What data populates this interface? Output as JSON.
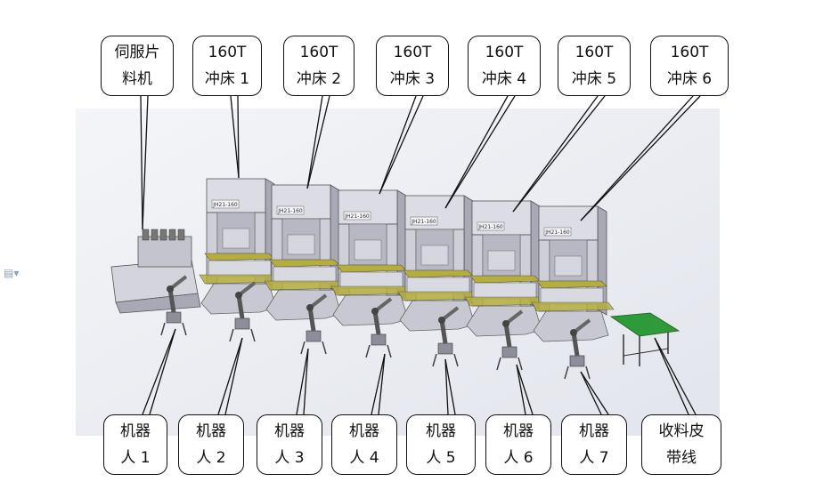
{
  "diagram": {
    "top_labels": [
      {
        "id": "feeder",
        "lines": [
          "伺服片",
          "料机"
        ]
      },
      {
        "id": "press-1",
        "lines": [
          "160T",
          "冲床 1"
        ]
      },
      {
        "id": "press-2",
        "lines": [
          "160T",
          "冲床 2"
        ]
      },
      {
        "id": "press-3",
        "lines": [
          "160T",
          "冲床 3"
        ]
      },
      {
        "id": "press-4",
        "lines": [
          "160T",
          "冲床 4"
        ]
      },
      {
        "id": "press-5",
        "lines": [
          "160T",
          "冲床 5"
        ]
      },
      {
        "id": "press-6",
        "lines": [
          "160T",
          "冲床 6"
        ]
      }
    ],
    "bottom_labels": [
      {
        "id": "robot-1",
        "lines": [
          "机器",
          "人 1"
        ]
      },
      {
        "id": "robot-2",
        "lines": [
          "机器",
          "人 2"
        ]
      },
      {
        "id": "robot-3",
        "lines": [
          "机器",
          "人 3"
        ]
      },
      {
        "id": "robot-4",
        "lines": [
          "机器",
          "人 4"
        ]
      },
      {
        "id": "robot-5",
        "lines": [
          "机器",
          "人 5"
        ]
      },
      {
        "id": "robot-6",
        "lines": [
          "机器",
          "人 6"
        ]
      },
      {
        "id": "robot-7",
        "lines": [
          "机器",
          "人 7"
        ]
      },
      {
        "id": "conveyor",
        "lines": [
          "收料皮",
          "带线"
        ]
      }
    ],
    "machine_plate_text": "JH21-160",
    "colors": {
      "press_body": "#dcdce4",
      "press_shade": "#a9a9b6",
      "bolster": "#b5ad3c",
      "conveyor": "#2f9a3a",
      "background": "#eef0f4"
    },
    "icons": [
      "document-icon"
    ]
  }
}
